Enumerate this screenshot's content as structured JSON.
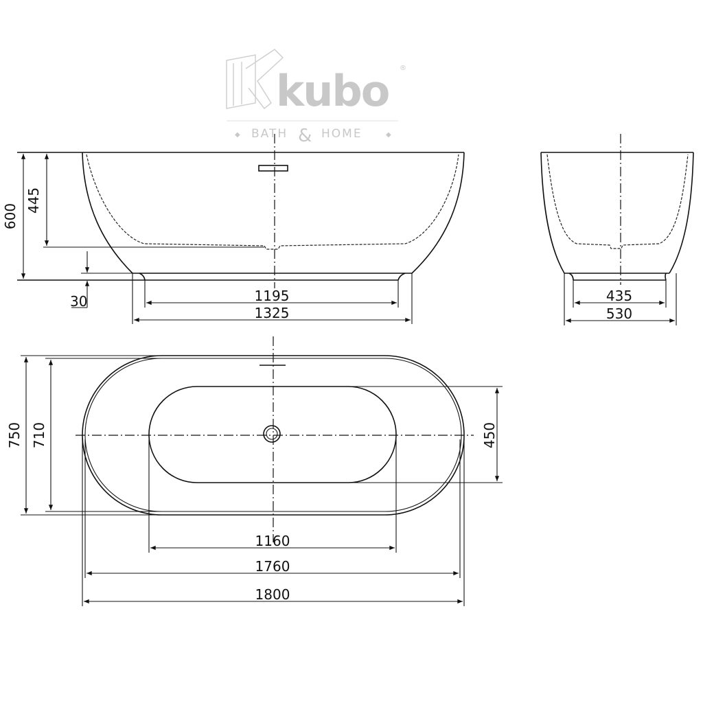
{
  "logo": {
    "brand": "kubo",
    "tagline_left": "BATH",
    "tagline_amp": "&",
    "tagline_right": "HOME",
    "registered": "®",
    "color": "#c8c8c8"
  },
  "side_view": {
    "overall_height": "600",
    "basin_depth": "445",
    "foot_height": "30",
    "foot_inner_length": "1195",
    "foot_outer_length": "1325"
  },
  "end_view": {
    "foot_inner_width": "435",
    "foot_outer_width": "530"
  },
  "top_view": {
    "overall_width": "750",
    "inner_width": "710",
    "basin_width": "450",
    "basin_length": "1160",
    "inner_length": "1760",
    "overall_length": "1800"
  },
  "colors": {
    "line": "#111111",
    "background": "#ffffff"
  }
}
